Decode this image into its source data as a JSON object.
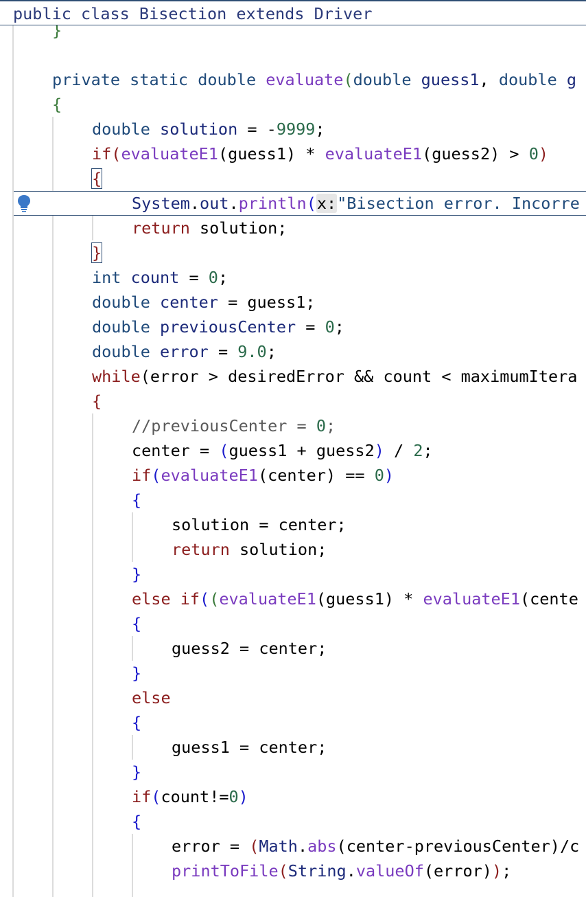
{
  "header": {
    "sticky_text": "public class Bisection extends Driver"
  },
  "lines": {
    "l0": "}",
    "l2a": "private static double ",
    "l2b": "evaluate",
    "l2c": "(",
    "l2d": "double ",
    "l2e": "guess1",
    "l2f": ", ",
    "l2g": "double ",
    "l2h": "g",
    "l3": "{",
    "l4a": "double ",
    "l4b": "solution",
    "l4c": " = -",
    "l4d": "9999",
    "l4e": ";",
    "l5a": "if",
    "l5b": "(",
    "l5c": "evaluateE1",
    "l5d": "(guess1)",
    "l5e": " * ",
    "l5f": "evaluateE1",
    "l5g": "(guess2)",
    "l5h": " > ",
    "l5i": "0",
    "l5j": ")",
    "l6": "{",
    "l7a": "System",
    "l7b": ".",
    "l7c": "out",
    "l7d": ".",
    "l7e": "println",
    "l7f": "(",
    "l7g": "x:",
    "l7h": "\"Bisection error. Incorre",
    "l8a": "return",
    "l8b": " solution;",
    "l9": "}",
    "l10a": "int ",
    "l10b": "count",
    "l10c": " = ",
    "l10d": "0",
    "l10e": ";",
    "l11a": "double ",
    "l11b": "center",
    "l11c": " = guess1;",
    "l12a": "double ",
    "l12b": "previousCenter",
    "l12c": " = ",
    "l12d": "0",
    "l12e": ";",
    "l13a": "double ",
    "l13b": "error",
    "l13c": " = ",
    "l13d": "9.0",
    "l13e": ";",
    "l14a": "while",
    "l14b": "(error > desiredError && count < maximumItera",
    "l15": "{",
    "l16a": "//previousCenter = ",
    "l16b": "0",
    "l16c": ";",
    "l17a": "center = ",
    "l17b": "(",
    "l17c": "guess1 + guess2",
    "l17d": ")",
    "l17e": " / ",
    "l17f": "2",
    "l17g": ";",
    "l18a": "if",
    "l18b": "(",
    "l18c": "evaluateE1",
    "l18d": "(center)",
    "l18e": " == ",
    "l18f": "0",
    "l18g": ")",
    "l19": "{",
    "l20": "solution = center;",
    "l21a": "return",
    "l21b": " solution;",
    "l22": "}",
    "l23a": "else if",
    "l23b": "(",
    "l23c": "(",
    "l23d": "evaluateE1",
    "l23e": "(guess1)",
    "l23f": " * ",
    "l23g": "evaluateE1",
    "l23h": "(cente",
    "l24": "{",
    "l25": "guess2 = center;",
    "l26": "}",
    "l27": "else",
    "l28": "{",
    "l29": "guess1 = center;",
    "l30": "}",
    "l31a": "if",
    "l31b": "(",
    "l31c": "count!=",
    "l31d": "0",
    "l31e": ")",
    "l32": "{",
    "l33a": "error = ",
    "l33b": "(",
    "l33c": "Math",
    "l33d": ".",
    "l33e": "abs",
    "l33f": "(center-previousCenter)",
    "l33g": "/c",
    "l34a": "printToFile",
    "l34b": "(",
    "l34c": "String",
    "l34d": ".",
    "l34e": "valueOf",
    "l34f": "(error)",
    "l34g": ")",
    "l34h": ";"
  },
  "icons": {
    "intention": "lightbulb-icon"
  },
  "colors": {
    "accent": "#2f4e74",
    "keyword": "#1f4a7a",
    "control": "#8b1d1d",
    "method": "#7a3bbf",
    "number": "#2a6a4a"
  }
}
